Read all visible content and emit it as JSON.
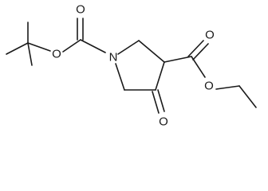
{
  "molecule": {
    "atoms": {
      "n1": "N",
      "o_boc_ester": "O",
      "o_boc_carbonyl": "O",
      "o_ethyl_ester": "O",
      "o_ethyl_carbonyl": "O",
      "o_ketone": "O"
    },
    "bond_color": "#1a1a1a",
    "label_color": "#1a1a1a"
  }
}
